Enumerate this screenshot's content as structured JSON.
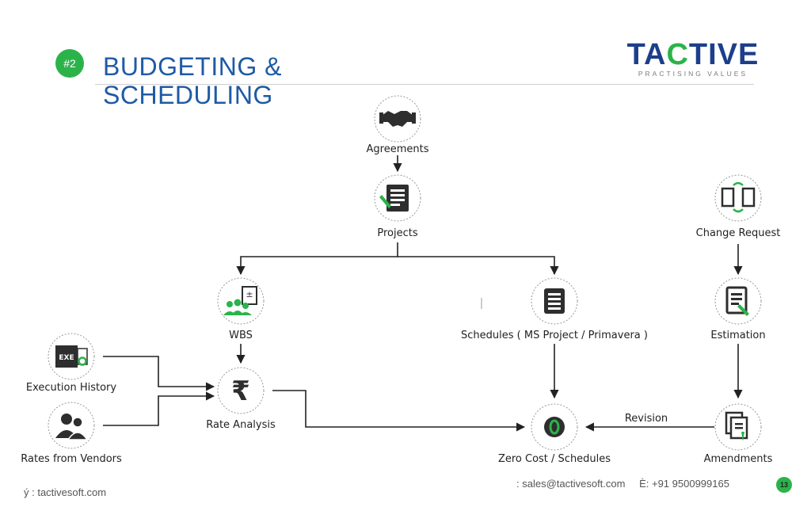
{
  "header": {
    "badge": "#2",
    "title": "BUDGETING & SCHEDULING",
    "logo_word_start": "TA",
    "logo_word_accent": "C",
    "logo_word_end": "TIVE",
    "logo_tagline": "PRACTISING VALUES"
  },
  "nodes": {
    "agreements": "Agreements",
    "projects": "Projects",
    "wbs": "WBS",
    "schedules": "Schedules ( MS Project / Primavera )",
    "change_request": "Change Request",
    "estimation": "Estimation",
    "execution_history": "Execution History",
    "rates_from_vendors": "Rates from Vendors",
    "rate_analysis": "Rate Analysis",
    "zero_cost": "Zero Cost / Schedules",
    "amendments": "Amendments"
  },
  "edges": {
    "revision_label": "Revision"
  },
  "footer": {
    "website": "ý : tactivesoft.com",
    "email": ": sales@tactivesoft.com",
    "phone": "È: +91 9500999165",
    "page_number": "13"
  },
  "colors": {
    "accent_green": "#2bb34a",
    "title_blue": "#1f5aa6",
    "logo_navy": "#1d3f8a",
    "icon_dark": "#2e2e2e"
  },
  "icons": {
    "agreements": "handshake-icon",
    "projects": "document-pen-icon",
    "wbs": "people-chart-icon",
    "schedules": "calendar-list-icon",
    "change_request": "swap-documents-icon",
    "estimation": "document-edit-icon",
    "execution_history": "excel-export-icon",
    "rates_from_vendors": "users-icon",
    "rate_analysis": "rupee-icon",
    "zero_cost": "zero-coin-icon",
    "amendments": "document-stack-icon"
  }
}
